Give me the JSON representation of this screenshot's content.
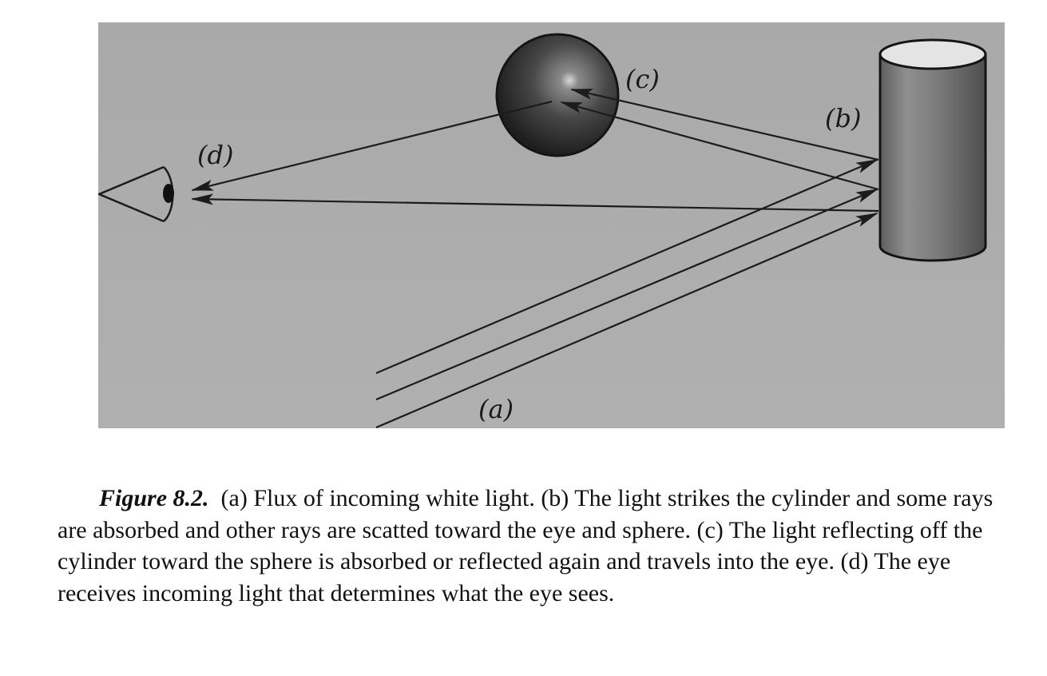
{
  "diagram": {
    "labels": {
      "a": "(a)",
      "b": "(b)",
      "c": "(c)",
      "d": "(d)"
    },
    "colors": {
      "background": "#ababab",
      "ray": "#1c1c1c",
      "sphere": "#3a3a3a",
      "cylinder": "#7a7a7a"
    }
  },
  "caption": {
    "label": "Figure 8.2.",
    "text": "(a) Flux of incoming white light. (b) The light strikes the cylinder and some rays are absorbed and other rays are scatted toward the eye and sphere. (c) The light reflecting off the cylinder toward the sphere is absorbed or reflected again and travels into the eye. (d) The eye receives incoming light that determines what the eye sees."
  }
}
